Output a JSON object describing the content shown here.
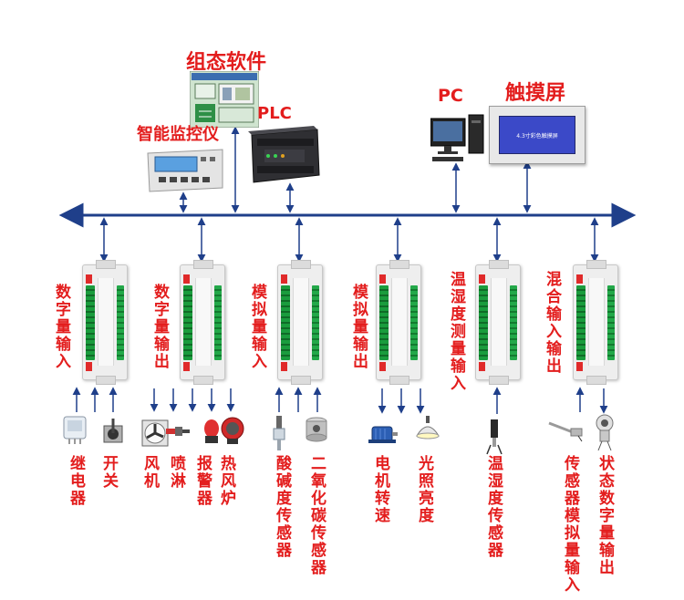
{
  "top": {
    "scada_label": "组态软件",
    "plc_label": "PLC",
    "monitor_label": "智能监控仪",
    "pc_label": "PC",
    "touch_label": "触摸屏",
    "touch_screen_text": "4.3寸彩色触摸屏"
  },
  "modules": [
    {
      "label": "数字量输入"
    },
    {
      "label": "数字量输出"
    },
    {
      "label": "模拟量输入"
    },
    {
      "label": "模拟量输出"
    },
    {
      "label": "温湿度测量输入"
    },
    {
      "label": "混合输入输出"
    }
  ],
  "devices": [
    {
      "label": "继电器"
    },
    {
      "label": "开关"
    },
    {
      "label": "风机"
    },
    {
      "label": "喷淋"
    },
    {
      "label": "报警器"
    },
    {
      "label": "热风炉"
    },
    {
      "label": "酸碱度传感器"
    },
    {
      "label": "二氧化碳传感器"
    },
    {
      "label": "电机转速"
    },
    {
      "label": "光照亮度"
    },
    {
      "label": "温湿度传感器"
    },
    {
      "label": "传感器模拟量输入"
    },
    {
      "label": "状态数字量输出"
    }
  ],
  "colors": {
    "bus": "#1f3f8a",
    "arrow": "#1f3f8a",
    "label": "#e31d1d"
  }
}
